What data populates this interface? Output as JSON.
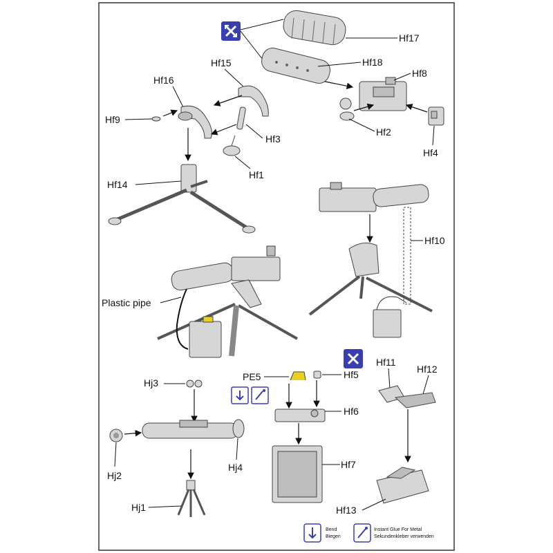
{
  "labels": {
    "hf17": "Hf17",
    "hf18": "Hf18",
    "hf8": "Hf8",
    "hf15": "Hf15",
    "hf16": "Hf16",
    "hf9": "Hf9",
    "hf3": "Hf3",
    "hf2": "Hf2",
    "hf4": "Hf4",
    "hf1": "Hf1",
    "hf14": "Hf14",
    "hf10": "Hf10",
    "plastic_pipe": "Plastic pipe",
    "hj3": "Hj3",
    "pe5": "PE5",
    "hf5": "Hf5",
    "hf11": "Hf11",
    "hf12": "Hf12",
    "hf6": "Hf6",
    "hj2": "Hj2",
    "hj4": "Hj4",
    "hf7": "Hf7",
    "hj1": "Hj1",
    "hf13": "Hf13"
  },
  "legend": {
    "bend_en": "Bend",
    "bend_de": "Biegen",
    "glue_en": "Instant Glue For Metal",
    "glue_de": "Sekundenkleber verwenden"
  },
  "icons": [
    "swap-icon",
    "bend-icon",
    "glue-icon"
  ],
  "colors": {
    "frame": "#333333",
    "icon_blue": "#3a3fb0",
    "pe_yellow": "#e6d21e"
  }
}
